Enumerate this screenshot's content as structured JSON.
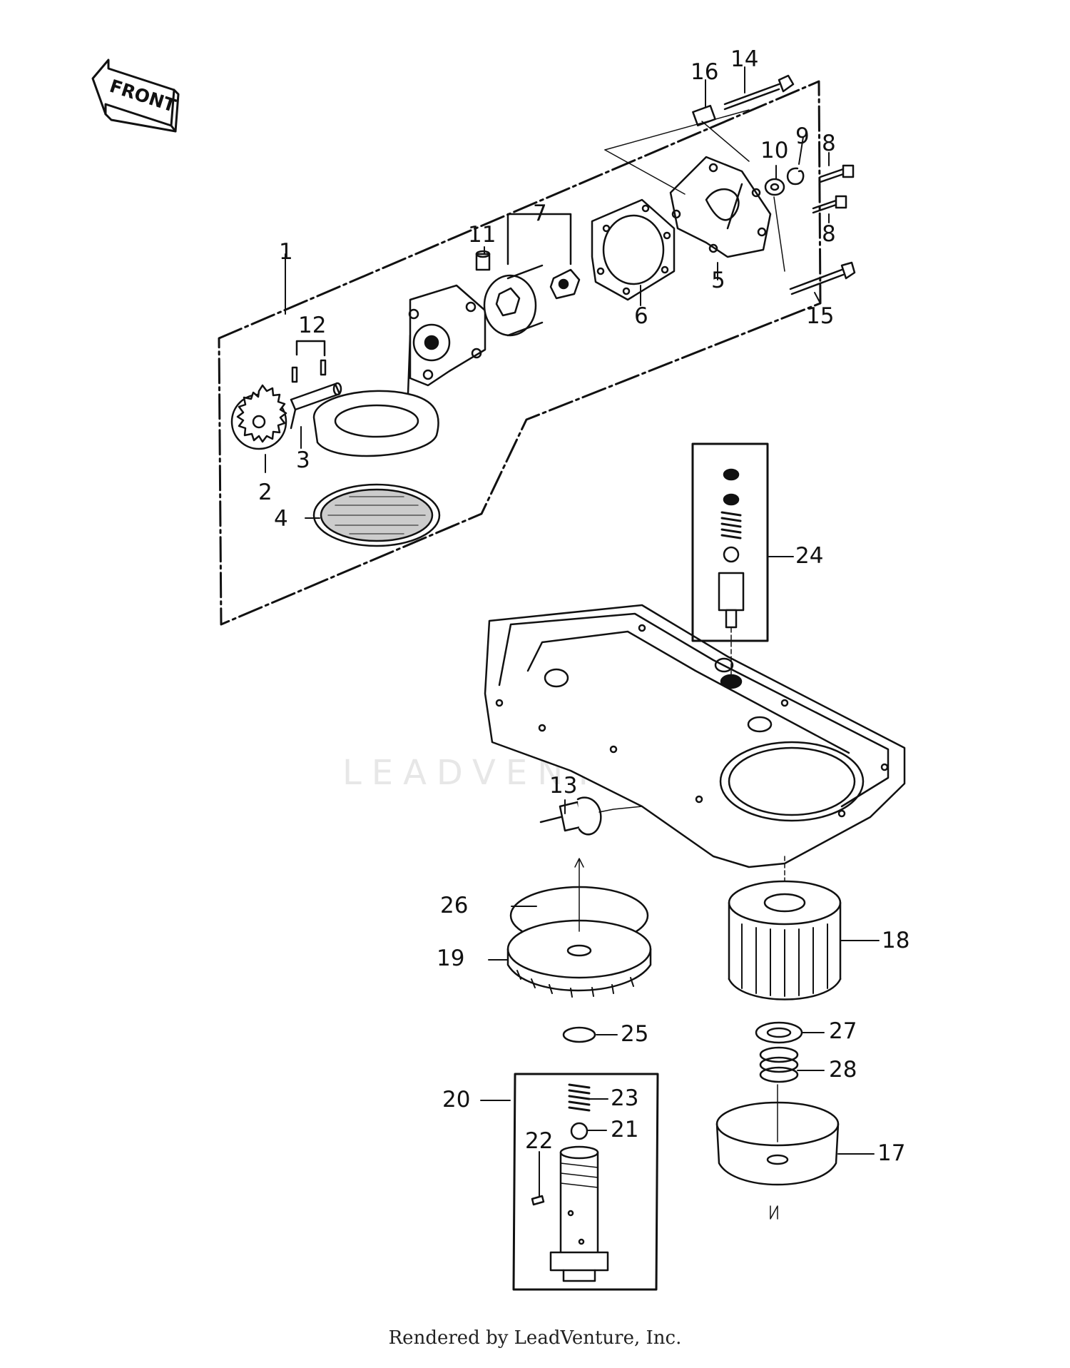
{
  "direction_label": "FRONT",
  "watermark": "LEADVENTURE",
  "footer": "Rendered by LeadVenture, Inc.",
  "callouts": {
    "c1": "1",
    "c2": "2",
    "c3": "3",
    "c4": "4",
    "c5": "5",
    "c6": "6",
    "c7": "7",
    "c8a": "8",
    "c8b": "8",
    "c9": "9",
    "c10": "10",
    "c11": "11",
    "c12": "12",
    "c13": "13",
    "c14": "14",
    "c15": "15",
    "c16": "16",
    "c17": "17",
    "c18": "18",
    "c19": "19",
    "c20": "20",
    "c21": "21",
    "c22": "22",
    "c23": "23",
    "c24": "24",
    "c25": "25",
    "c26": "26",
    "c27": "27",
    "c28": "28"
  }
}
